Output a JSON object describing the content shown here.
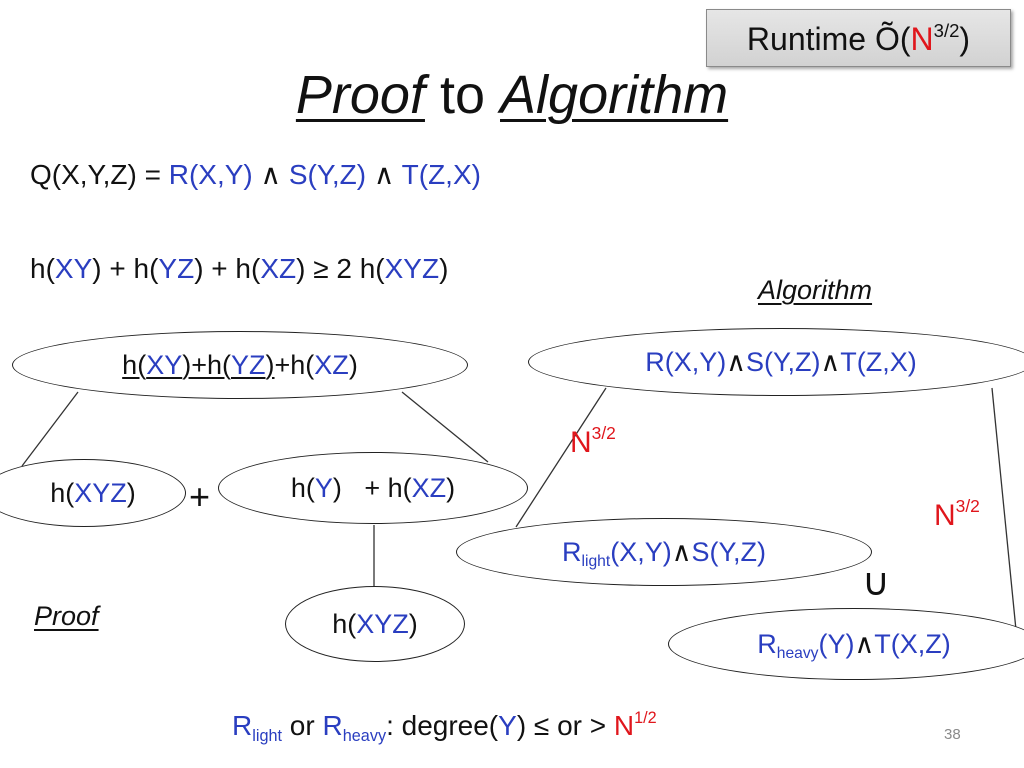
{
  "runtime_box": {
    "prefix": "Runtime Õ(",
    "base": "N",
    "exp": "3/2",
    "suffix": ")"
  },
  "title": {
    "word1": "Proof",
    "middle": " to ",
    "word2": "Algorithm"
  },
  "query": {
    "lhs": "Q(X,Y,Z) = ",
    "r": "R(X,Y)",
    "and1": " ∧ ",
    "s": "S(Y,Z)",
    "and2": " ∧ ",
    "t": "T(Z,X)"
  },
  "inequality": {
    "p1": "h(",
    "xy": "XY",
    "p2": ") + h(",
    "yz": "YZ",
    "p3": ") + h(",
    "xz": "XZ",
    "p4": ") ≥ 2 h(",
    "xyz": "XYZ",
    "p5": ")"
  },
  "proof_tree": {
    "label": "Proof",
    "root": {
      "a1": "h(",
      "a2": "XY",
      "a3": ")+h(",
      "a4": "YZ",
      "a5": ")",
      "a6": "+h(",
      "a7": "XZ",
      "a8": ")"
    },
    "left": {
      "a1": "h(",
      "a2": "XYZ",
      "a3": ")"
    },
    "plus": "+",
    "right": {
      "a1": "h(",
      "a2": "Y",
      "a3": ")   + h(",
      "a4": "XZ",
      "a5": ")"
    },
    "bottom": {
      "a1": "h(",
      "a2": "XYZ",
      "a3": ")"
    }
  },
  "algorithm_tree": {
    "label": "Algorithm",
    "root": {
      "a1": "R(X,Y)",
      "a2": "∧",
      "a3": "S(Y,Z)",
      "a4": "∧",
      "a5": "T(Z,X)"
    },
    "cost_left": {
      "base": "N",
      "exp": "3/2"
    },
    "cost_right": {
      "base": "N",
      "exp": "3/2"
    },
    "light": {
      "r": "R",
      "sub": "light",
      "a1": "(X,Y)",
      "a2": "∧",
      "a3": "S(Y,Z)"
    },
    "union": "∪",
    "heavy": {
      "r": "R",
      "sub": "heavy",
      "a1": "(Y)",
      "a2": "∧",
      "a3": "T(X,Z)"
    }
  },
  "footer": {
    "r1": "R",
    "sub1": "light",
    "or1": " or ",
    "r2": "R",
    "sub2": "heavy",
    "t1": ": degree(",
    "y": "Y",
    "t2": ") ≤ or > ",
    "n": "N",
    "exp": "1/2"
  },
  "page_number": "38",
  "colors": {
    "variable_blue": "#2a3ec0",
    "highlight_red": "#e0161c",
    "line": "#333333"
  }
}
